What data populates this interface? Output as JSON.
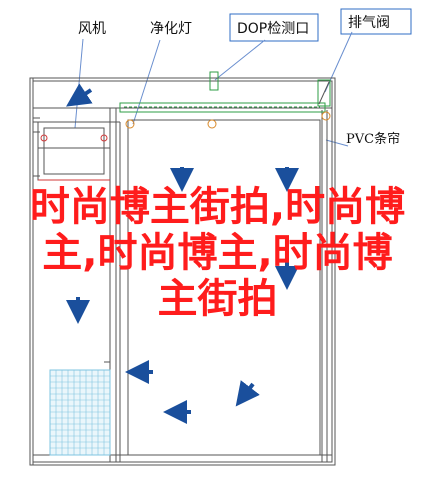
{
  "labels": {
    "fan": "风机",
    "purifier_lamp": "净化灯",
    "dop_port": "DOP检测口",
    "exhaust_valve": "排气阀",
    "pvc_curtain": "PVC条帘"
  },
  "overlay": {
    "line1": "时尚博主街拍,时尚博",
    "line2": "主,时尚博主,时尚博",
    "line3": "主街拍"
  },
  "colors": {
    "label_blue": "#2f6cc4",
    "leader": "#6a8fcf",
    "frame": "#555555",
    "arrow": "#1a4f9c",
    "lamp": "#2e9e46",
    "overlay": "#ff1c1c",
    "filter_grid": "#7fc4e0"
  }
}
